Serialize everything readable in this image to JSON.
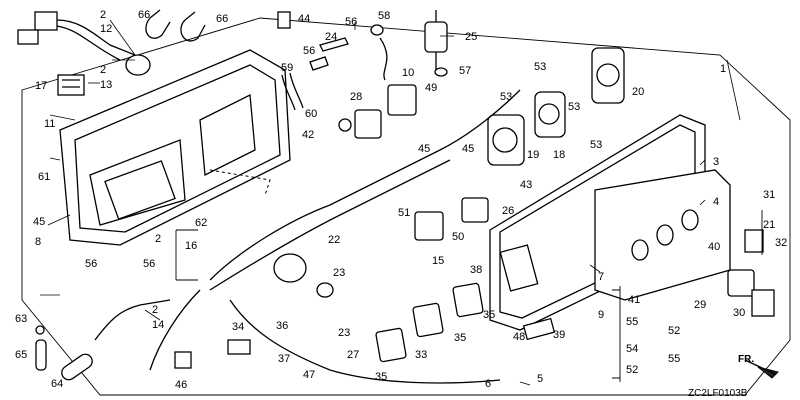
{
  "diagram": {
    "figure_code": "ZC2LF0103B",
    "front_label": "FR.",
    "callouts": [
      "1",
      "2",
      "3",
      "4",
      "5",
      "6",
      "7",
      "8",
      "9",
      "10",
      "11",
      "12",
      "13",
      "14",
      "15",
      "16",
      "17",
      "18",
      "19",
      "20",
      "21",
      "22",
      "23",
      "24",
      "25",
      "26",
      "27",
      "28",
      "29",
      "30",
      "31",
      "32",
      "33",
      "34",
      "35",
      "36",
      "37",
      "38",
      "39",
      "40",
      "41",
      "42",
      "43",
      "44",
      "45",
      "46",
      "47",
      "48",
      "49",
      "50",
      "51",
      "52",
      "53",
      "54",
      "55",
      "56",
      "57",
      "58",
      "59",
      "60",
      "61",
      "62",
      "63",
      "64",
      "65",
      "66"
    ]
  }
}
